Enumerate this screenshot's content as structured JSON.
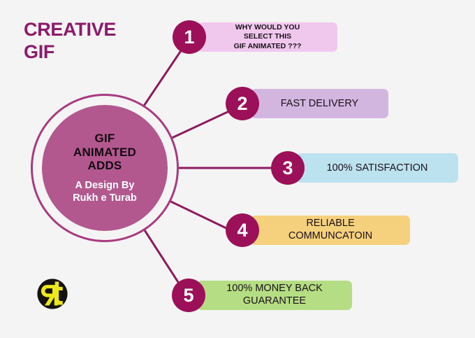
{
  "page": {
    "background_color": "#f4f4f4",
    "title": "CREATIVE\nGIF",
    "title_color": "#8d1a6b"
  },
  "hub": {
    "headline": "GIF\nANIMATED\nADDS",
    "byline": "A Design By\nRukh e Turab",
    "fill_color": "#b2588f",
    "ring_color": "#a83a82",
    "headline_color": "#120a10",
    "byline_color": "#ffffff"
  },
  "badge_color": "#9c1059",
  "badge_text_color": "#ffffff",
  "items": [
    {
      "number": "1",
      "text": "WHY WOULD YOU\nSELECT THIS\nGIF ANIMATED ???",
      "chip_color": "#f0c8ee"
    },
    {
      "number": "2",
      "text": "FAST DELIVERY",
      "chip_color": "#d3b6e0"
    },
    {
      "number": "3",
      "text": "100% SATISFACTION",
      "chip_color": "#bde2ef"
    },
    {
      "number": "4",
      "text": "RELIABLE\nCOMMUNCATOIN",
      "chip_color": "#f5d07d"
    },
    {
      "number": "5",
      "text": "100% MONEY BACK\nGUARANTEE",
      "chip_color": "#b5dd83"
    }
  ],
  "logo": {
    "name": "rt-monogram-logo",
    "mark": "Rt",
    "circle_color": "#151210",
    "letter_color": "#ece81c"
  },
  "connector_color": "#8d1a5e"
}
